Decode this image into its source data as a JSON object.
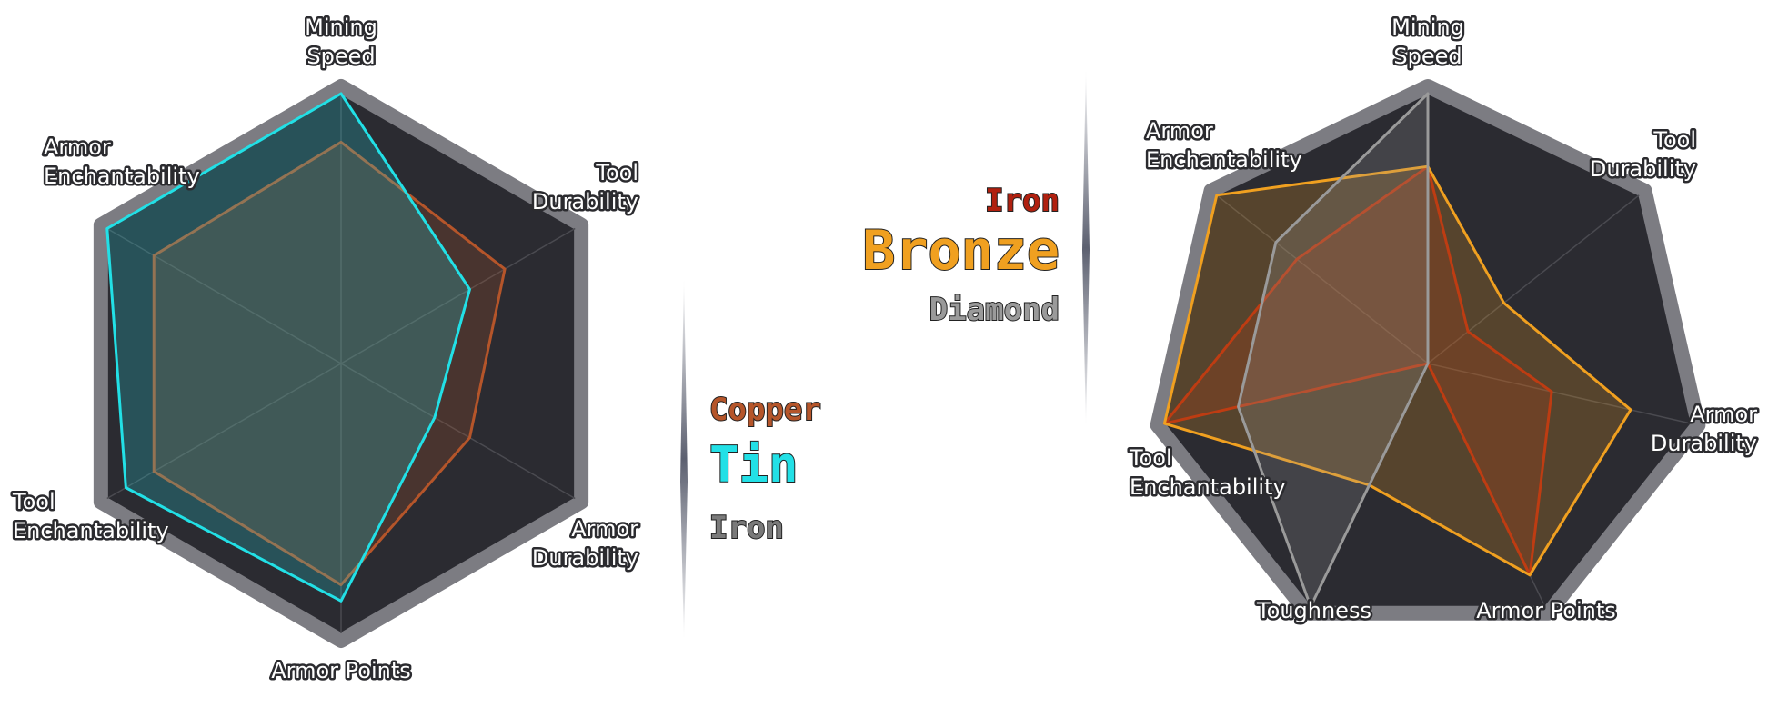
{
  "chart_data": [
    {
      "type": "radar",
      "axes": [
        {
          "label": [
            "Mining",
            "Speed"
          ]
        },
        {
          "label": [
            "Tool",
            "Durability"
          ]
        },
        {
          "label": [
            "Armor",
            "Durability"
          ]
        },
        {
          "label": [
            "Armor Points"
          ]
        },
        {
          "label": [
            "Tool",
            "Enchantability"
          ]
        },
        {
          "label": [
            "Armor",
            "Enchantability"
          ]
        }
      ],
      "range": [
        0,
        1
      ],
      "grid": true,
      "legend_position": "right",
      "series": [
        {
          "name": "Copper",
          "color": "#b5552a",
          "values": [
            0.82,
            0.7,
            0.55,
            0.82,
            0.8,
            0.8
          ]
        },
        {
          "name": "Tin",
          "color": "#22e0e6",
          "values": [
            1.0,
            0.55,
            0.4,
            0.88,
            0.92,
            1.0
          ]
        },
        {
          "name": "Iron",
          "color": "#7a7a7a",
          "values": []
        }
      ]
    },
    {
      "type": "radar",
      "axes": [
        {
          "label": [
            "Mining",
            "Speed"
          ]
        },
        {
          "label": [
            "Tool",
            "Durability"
          ]
        },
        {
          "label": [
            "Armor",
            "Durability"
          ]
        },
        {
          "label": [
            "Armor Points"
          ]
        },
        {
          "label": [
            "Toughness"
          ]
        },
        {
          "label": [
            "Tool",
            "Enchantability"
          ]
        },
        {
          "label": [
            "Armor",
            "Enchantability"
          ]
        }
      ],
      "range": [
        0,
        1
      ],
      "grid": true,
      "legend_position": "left",
      "series": [
        {
          "name": "Iron",
          "color": "#b0200f",
          "values": [
            0.73,
            0.19,
            0.47,
            0.87,
            0.0,
            1.0,
            0.62
          ]
        },
        {
          "name": "Bronze",
          "color": "#f0a020",
          "values": [
            0.73,
            0.36,
            0.77,
            0.87,
            0.5,
            1.0,
            1.0
          ]
        },
        {
          "name": "Diamond",
          "color": "#9a9a9a",
          "values": [
            1.0,
            0.0,
            0.0,
            0.0,
            1.0,
            0.72,
            0.72
          ]
        }
      ]
    }
  ]
}
